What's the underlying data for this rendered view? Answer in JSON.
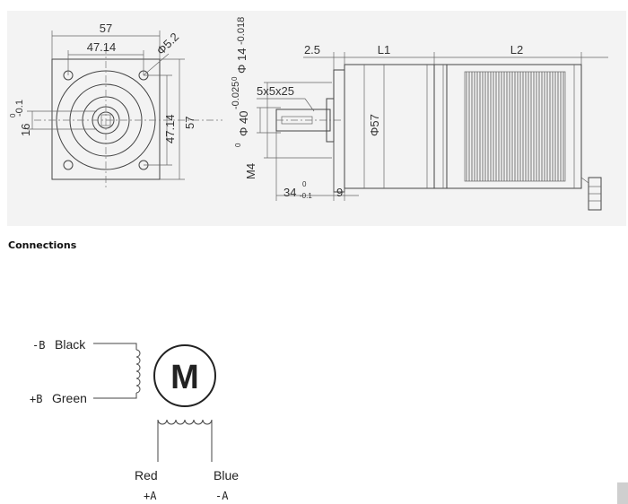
{
  "drawing": {
    "front_view": {
      "width": "57",
      "hole_spacing_top": "47.14",
      "hole_dia": "Φ5.2",
      "hole_spacing_right": "47.14",
      "height": "57",
      "shaft_flat_tol": "0",
      "shaft_flat_tol2": "-0.1",
      "shaft_flat": "16"
    },
    "side_view": {
      "shaft_dia_tol": "0",
      "shaft_dia_tol2": "-0.018",
      "shaft_dia": "Φ 14",
      "pilot": "2.5",
      "l1": "L1",
      "l2": "L2",
      "key": "5x5x25",
      "boss_tol": "0",
      "boss_tol2": "-0.025",
      "boss": "Φ 40",
      "body_dia": "Φ57",
      "thread": "M4",
      "shaft_len": "34",
      "shaft_len_tol": "0",
      "shaft_len_tol2": "-0.1",
      "flange": "9"
    }
  },
  "connections": {
    "heading": "Connections",
    "motor_letter": "M",
    "wires": {
      "black_sign": "-B",
      "black_label": "Black",
      "green_sign": "+B",
      "green_label": "Green",
      "red_label": "Red",
      "red_sign": "+A",
      "blue_label": "Blue",
      "blue_sign": "-A"
    }
  }
}
